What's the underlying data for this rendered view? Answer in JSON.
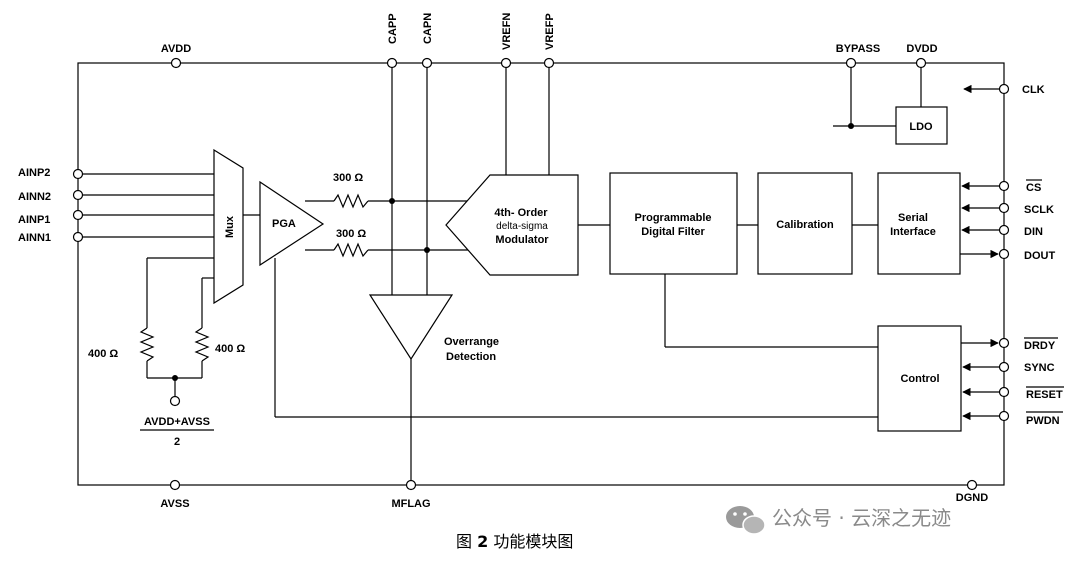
{
  "pins": {
    "avdd": "AVDD",
    "capp": "CAPP",
    "capn": "CAPN",
    "vrefn": "VREFN",
    "vrefp": "VREFP",
    "bypass": "BYPASS",
    "dvdd": "DVDD",
    "clk": "CLK",
    "cs": "CS",
    "sclk": "SCLK",
    "din": "DIN",
    "dout": "DOUT",
    "drdy": "DRDY",
    "sync": "SYNC",
    "reset": "RESET",
    "pwdn": "PWDN",
    "avss": "AVSS",
    "mflag": "MFLAG",
    "dgnd": "DGND",
    "ainp2": "AINP2",
    "ainn2": "AINN2",
    "ainp1": "AINP1",
    "ainn1": "AINN1"
  },
  "blocks": {
    "mux": "Mux",
    "pga": "PGA",
    "modulator_line1": "4th- Order",
    "modulator_line2": "delta-sigma",
    "modulator_line3": "Modulator",
    "filter_line1": "Programmable",
    "filter_line2": "Digital Filter",
    "calibration": "Calibration",
    "serial_line1": "Serial",
    "serial_line2": "Interface",
    "ldo": "LDO",
    "control": "Control",
    "overrange_line1": "Overrange",
    "overrange_line2": "Detection"
  },
  "components": {
    "r_top": "300 Ω",
    "r_bottom": "300 Ω",
    "r_left": "400 Ω",
    "r_right": "400 Ω",
    "bias_numerator": "AVDD+AVSS",
    "bias_denominator": "2"
  },
  "caption": {
    "figure_label": "图",
    "figure_number": "2",
    "figure_title": "功能模块图"
  },
  "watermark": "公众号 · 云深之无迹"
}
